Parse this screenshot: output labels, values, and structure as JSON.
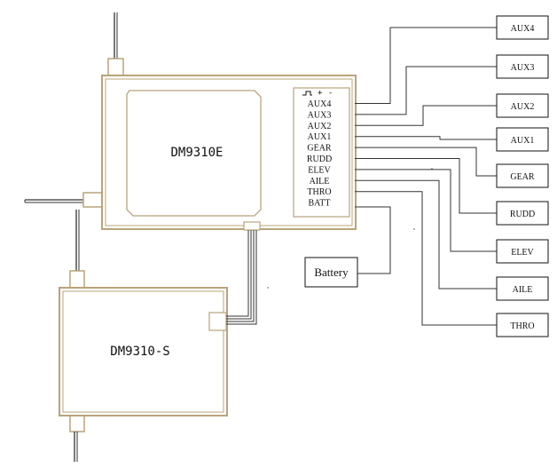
{
  "receiver": {
    "name": "DM9310E",
    "ports": [
      {
        "id": "aux4",
        "label": "AUX4"
      },
      {
        "id": "aux3",
        "label": "AUX3"
      },
      {
        "id": "aux2",
        "label": "AUX2"
      },
      {
        "id": "aux1",
        "label": "AUX1"
      },
      {
        "id": "gear",
        "label": "GEAR"
      },
      {
        "id": "rudd",
        "label": "RUDD"
      },
      {
        "id": "elev",
        "label": "ELEV"
      },
      {
        "id": "aile",
        "label": "AILE"
      },
      {
        "id": "thro",
        "label": "THRO"
      },
      {
        "id": "batt",
        "label": "BATT"
      }
    ],
    "pin_legend": "⎍ + -"
  },
  "satellite": {
    "name": "DM9310-S"
  },
  "battery": {
    "label": "Battery"
  },
  "outputs": [
    {
      "id": "aux4",
      "label": "AUX4"
    },
    {
      "id": "aux3",
      "label": "AUX3"
    },
    {
      "id": "aux2",
      "label": "AUX2"
    },
    {
      "id": "aux1",
      "label": "AUX1"
    },
    {
      "id": "gear",
      "label": "GEAR"
    },
    {
      "id": "rudd",
      "label": "RUDD"
    },
    {
      "id": "elev",
      "label": "ELEV"
    },
    {
      "id": "aile",
      "label": "AILE"
    },
    {
      "id": "thro",
      "label": "THRO"
    }
  ],
  "colors": {
    "case_outline": "#b8a47a",
    "wire": "#333333",
    "text": "#111111"
  }
}
